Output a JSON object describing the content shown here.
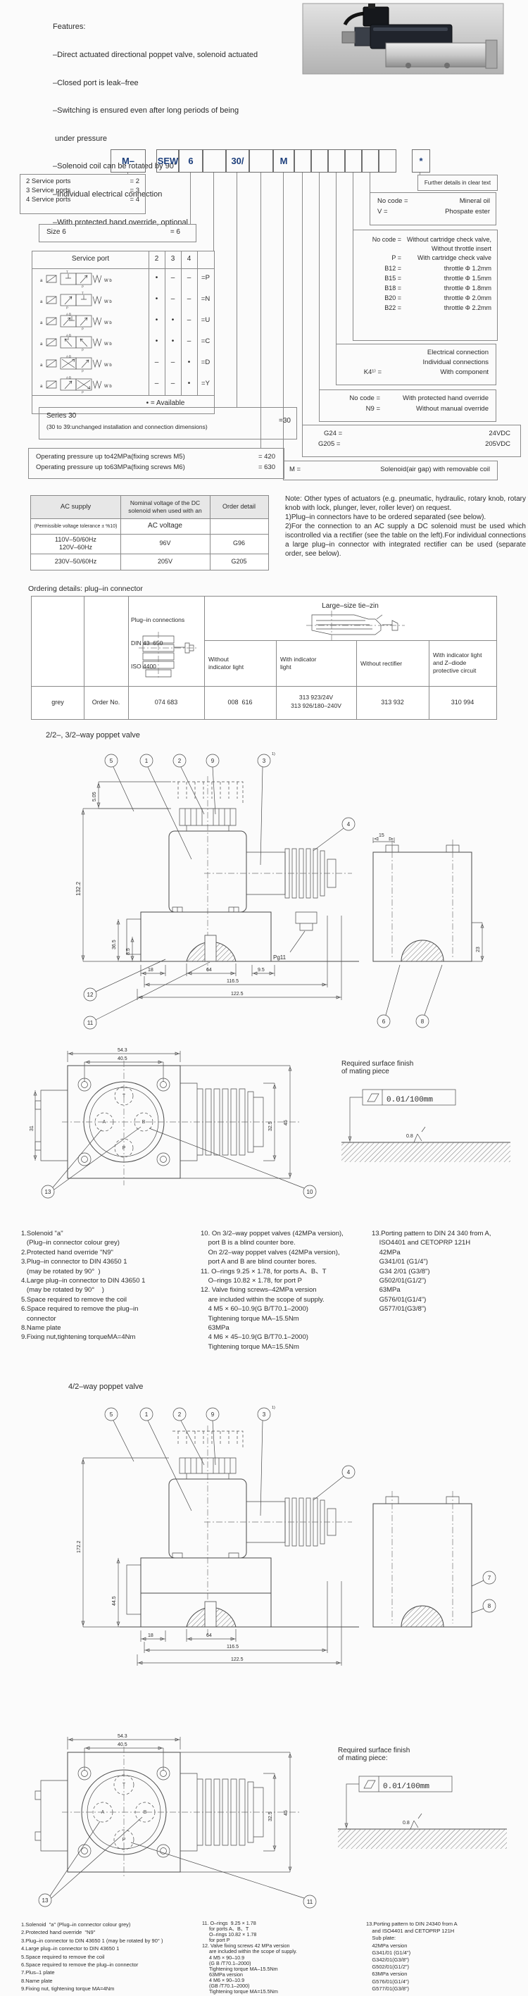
{
  "features": {
    "title": "Features:",
    "lines": [
      "–Direct actuated directional poppet valve, solenoid actuated",
      "–Closed port is leak–free",
      "–Switching is ensured even after long periods of being",
      " under pressure",
      "–Solenoid coil can be rotated by 90°",
      "–Individual electrical connection",
      "–With protected hand override, optional"
    ]
  },
  "code_row": {
    "cells": [
      "M–",
      "SEW",
      "6",
      "",
      "30/",
      "",
      "M",
      "",
      "",
      "",
      "",
      "",
      ""
    ],
    "star": "*"
  },
  "left": {
    "service_ports": [
      {
        "l": "2 Service ports",
        "e": "= 2"
      },
      {
        "l": "3 Service ports",
        "e": "= 3"
      },
      {
        "l": "4 Service ports",
        "e": "= 4"
      }
    ],
    "size": {
      "l": "Size 6",
      "e": "= 6"
    },
    "table": {
      "header": "Service port",
      "cols": [
        "2",
        "3",
        "4"
      ],
      "rows": [
        {
          "c2": "•",
          "c3": "–",
          "c4": "–",
          "code": "=P"
        },
        {
          "c2": "•",
          "c3": "–",
          "c4": "–",
          "code": "=N"
        },
        {
          "c2": "•",
          "c3": "•",
          "c4": "–",
          "code": "=U"
        },
        {
          "c2": "•",
          "c3": "•",
          "c4": "–",
          "code": "=C"
        },
        {
          "c2": "–",
          "c3": "–",
          "c4": "•",
          "code": "=D"
        },
        {
          "c2": "–",
          "c3": "–",
          "c4": "•",
          "code": "=Y"
        }
      ],
      "footer": "• = Available"
    },
    "series": {
      "l1": "Series 30",
      "l2": "(30 to 39:unchanged installation and connection dimensions)",
      "e": "=30"
    },
    "pressure": [
      {
        "l": "Operating pressure up to42MPa(fixing screws M5)",
        "e": "= 420"
      },
      {
        "l": "Operating pressure up to63MPa(fixing screws M6)",
        "e": "= 630"
      }
    ]
  },
  "right": {
    "further": "Further details in clear text",
    "fluid": [
      {
        "cd": "No code =",
        "lb": "Mineral oil"
      },
      {
        "cd": "V =",
        "lb": "Phospate ester"
      }
    ],
    "cartridge": [
      {
        "cd": "No code =",
        "lb": "Without cartridge check valve,"
      },
      {
        "cd": "",
        "lb": "Without throttle insert"
      },
      {
        "cd": "P =",
        "lb": "With cartridge check valve"
      },
      {
        "cd": "B12 =",
        "lb": "throttle Φ 1.2mm"
      },
      {
        "cd": "B15 =",
        "lb": "throttle Φ 1.5mm"
      },
      {
        "cd": "B18 =",
        "lb": "throttle Φ 1.8mm"
      },
      {
        "cd": "B20 =",
        "lb": "throttle Φ 2.0mm"
      },
      {
        "cd": "B22 =",
        "lb": "throttle Φ 2.2mm"
      }
    ],
    "electrical": {
      "l1": "Electrical connection",
      "l2": "Individual connections",
      "cd": "K4¹⁾ =",
      "lb": "With component"
    },
    "override": [
      {
        "cd": "No code =",
        "lb": "With protected hand override"
      },
      {
        "cd": "N9 =",
        "lb": "Without manual override"
      }
    ],
    "voltage": [
      {
        "cd": "G24 =",
        "lb": "24VDC"
      },
      {
        "cd": "G205 =",
        "lb": "205VDC"
      }
    ],
    "solenoid": {
      "cd": "M =",
      "lb": "Solenoid(air gap) with removable coil"
    }
  },
  "ac_table": {
    "h1": "AC supply",
    "h2a": "Nominal voltage of the DC",
    "h2b": "solenoid when used with an",
    "h3": "Order detail",
    "s1": "(Permissible voltage tolerance ± %10)",
    "s2": "AC voltage",
    "r1a": "110V–50/60Hz",
    "r1b": "120V–60Hz",
    "r1v": "96V",
    "r1o": "G96",
    "r2a": "230V–50/60Hz",
    "r2v": "205V",
    "r2o": "G205"
  },
  "note": {
    "p1": "Note: Other types of actuators (e.g. pneumatic, hydraulic, rotary knob, rotary knob with lock, plunger, lever, roller lever) on request.",
    "p2": "1)Plug–in connectors have to be ordered separated (see below).",
    "p3": "2)For the connection to an AC supply a DC solenoid must be used which iscontrolled via a rectifier (see the table on the left).For individual connections a large plug–in connector with integrated rectifier can be used (separate order, see below)."
  },
  "conn": {
    "title": "Ordering details: plug–in connector",
    "small1": "Plug–in connections",
    "small2": "DIN 43  650",
    "small3": "ISO 4400",
    "large": "Large–size tie–zin",
    "sub1": "Without\nindicator light",
    "sub2": "With indicator\nlight",
    "sub3": "Without rectifier",
    "sub4": "With indicator light\nand Z–diode\nprotective circuit",
    "c0": "grey",
    "c1": "Order No.",
    "c2": "074 683",
    "c3": "008  616",
    "c4a": "313 923/24V",
    "c4b": "313 926/180–240V",
    "c5": "313 932",
    "c6": "310 994"
  },
  "sym": {
    "a": "a",
    "wb": "W b",
    "t": "T",
    "p": "P",
    "ab": "A B"
  },
  "v1": {
    "title": "2/2–, 3/2–way poppet valve",
    "top_balloons": [
      "5",
      "1",
      "2",
      "9",
      "3"
    ],
    "sup": "1)",
    "b4": "4",
    "b6": "6",
    "b8": "8",
    "b10": "10",
    "b11": "11",
    "b12": "12",
    "b13": "13",
    "dims": {
      "d505": "5.05",
      "d1322": "132.2",
      "d365": "36.5",
      "d85": "8.5",
      "d18": "18",
      "d64": "64",
      "d95": "9.5",
      "d1165": "116.5",
      "d1225": "122.5",
      "d23": "23",
      "d15": "15",
      "pg": "Pg11"
    },
    "vdims": {
      "d543": "54.3",
      "d405": "40.5",
      "d31": "31",
      "d325": "32.5",
      "d45": "45"
    },
    "ports": {
      "t": "T",
      "a": "A",
      "b": "B",
      "p": "P"
    }
  },
  "surface1": {
    "l1": "Required surface finish",
    "l2": "of mating piece",
    "flat": "0.01/100mm",
    "rough": "0.8"
  },
  "parts1": {
    "col1": [
      "1.Solenoid \"a\"",
      "   (Plug–in connector colour grey)",
      "2.Protected hand override \"N9\"",
      "3.Plug–in connector to DIN 43650 1",
      "   (may be rotated by 90°  )",
      "4.Large plug–in connector to DIN 43650 1",
      "   (may be rotated by 90°    )",
      "5.Space required to remove the coil",
      "6.Space required to remove the plug–in",
      "   connector",
      "8.Name plate",
      "9.Fixing nut,tightening torqueMA=4Nm"
    ],
    "col2": [
      "10. On 3/2–way poppet valves (42MPa version),",
      "    port B is a blind counter bore.",
      "    On 2/2–way poppet valves (42MPa version),",
      "    port A and B are blind counter bores.",
      "11. O–rings 9.25 × 1.78, for ports A、B、T",
      "    O–rings 10.82 × 1.78, for port P",
      "12. Valve fixing screws–42MPa version",
      "    are included within the scope of supply.",
      "    4 M5 × 60–10.9(G B/T70.1–2000)",
      "    Tightening torque MA–15.5Nm",
      "    63MPa",
      "    4 M6 × 45–10.9(G B/T70.1–2000)",
      "    Tightening torque MA=15.5Nm"
    ],
    "col3": [
      "13.Porting pattern to DIN 24 340 from A,",
      "    ISO4401 and CETOPRP 121H",
      "    42MPa",
      "    G341/01 (G1/4\")",
      "    G34 2/01 (G3/8\")",
      "    G502/01(G1/2\")",
      "    63MPa",
      "    G576/01(G1/4\")",
      "    G577/01(G3/8\")"
    ]
  },
  "v2": {
    "title": "4/2–way poppet valve",
    "top_balloons": [
      "5",
      "1",
      "2",
      "9",
      "3"
    ],
    "sup": "1)",
    "b4": "4",
    "b7": "7",
    "b8": "8",
    "b11": "11",
    "b13": "13",
    "dims": {
      "d1722": "172.2",
      "d445": "44.5",
      "d18": "18",
      "d64": "64",
      "d1165": "116.5",
      "d1225": "122.5"
    },
    "vdims": {
      "d543": "54.3",
      "d405": "40.5",
      "d325": "32.5",
      "d45": "45"
    },
    "ports": {
      "t": "T",
      "a": "A",
      "b": "B",
      "p": "P"
    }
  },
  "surface2": {
    "l1": "Required surface finish",
    "l2": "of mating piece:",
    "flat": "0.01/100mm",
    "rough": "0.8"
  },
  "parts2": {
    "col1": [
      "1.Solenoid  \"a\" (Plug–in connector colour grey)",
      "2.Protected hand override  \"N9\"",
      "3.Plug–in connector to DIN 43650 1 (may be rotated by 90° )",
      "4.Large plug–in connector to DIN 43650 1",
      "5.Space required to remove the coil",
      "6.Space required to remove the plug–in connector",
      "7.Plus–1 plate",
      "8.Name plate",
      "9.Fixing nut, tightening torque MA=4Nm"
    ],
    "col2": [
      "11. O–rings  9.25 × 1.78",
      "     for ports A、B、T",
      "     O–rings 10.82 × 1.78",
      "     for port P",
      "12. Valve fixing screws 42 MPa version",
      "     are included within the scope of supply.",
      "     4 M5 × 90–10.9",
      "     (G B /T70.1–2000)",
      "     Tightening torque MA–15.5Nm",
      "     63MPa version",
      "     4 M6 × 90–10.9",
      "     (GB /T70.1–2000)",
      "     Tightening torque MA=15.5Nm"
    ],
    "col3": [
      "13.Porting pattern to DIN 24340 from A",
      "    and ISO4401 and CETOPRP 121H",
      "    Sub plate:",
      "    42MPa version",
      "    G341/01 (G1/4\")",
      "    G342/01(G3/8\")",
      "    G502/01(G1/2\")",
      "    63MPa version",
      "    G576/01(G1/4\")",
      "    G577/01(G3/8\")"
    ]
  }
}
